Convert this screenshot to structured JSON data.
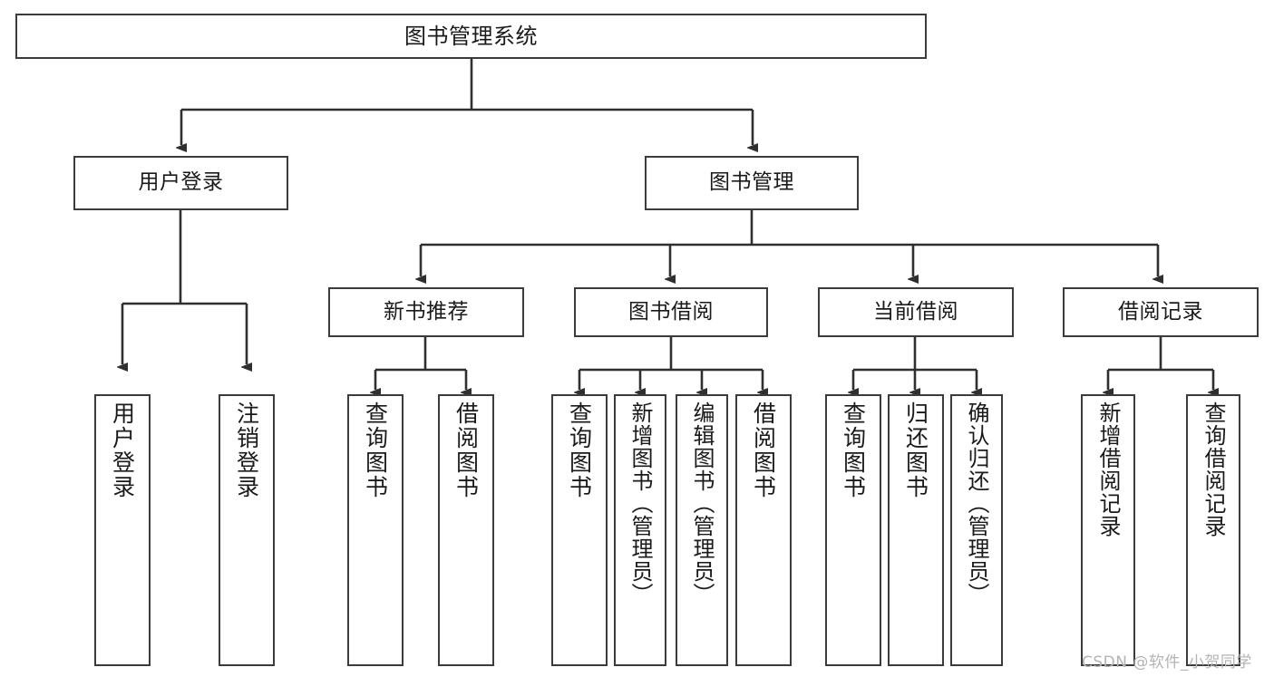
{
  "diagram": {
    "title": "图书管理系统",
    "type": "tree-hierarchy",
    "root": {
      "label": "图书管理系统"
    },
    "level2": [
      {
        "label": "用户登录"
      },
      {
        "label": "图书管理"
      }
    ],
    "level3": [
      {
        "label": "新书推荐"
      },
      {
        "label": "图书借阅"
      },
      {
        "label": "当前借阅"
      },
      {
        "label": "借阅记录"
      }
    ],
    "leaves": {
      "user_login": [
        {
          "label": "用户登录"
        },
        {
          "label": "注销登录"
        }
      ],
      "new_book_recommend": [
        {
          "label": "查询图书"
        },
        {
          "label": "借阅图书"
        }
      ],
      "book_borrow": [
        {
          "label": "查询图书"
        },
        {
          "label": "新增图书（管理员）"
        },
        {
          "label": "编辑图书（管理员）"
        },
        {
          "label": "借阅图书"
        }
      ],
      "current_borrow": [
        {
          "label": "查询图书"
        },
        {
          "label": "归还图书"
        },
        {
          "label": "确认归还（管理员）"
        }
      ],
      "borrow_record": [
        {
          "label": "新增借阅记录"
        },
        {
          "label": "查询借阅记录"
        }
      ]
    }
  },
  "watermark": {
    "text": "CSDN @软件_小贺同学"
  },
  "colors": {
    "stroke": "#3b3b3b",
    "background": "#ffffff",
    "text": "#1a1a1a",
    "watermark": "#b4b4b4"
  }
}
